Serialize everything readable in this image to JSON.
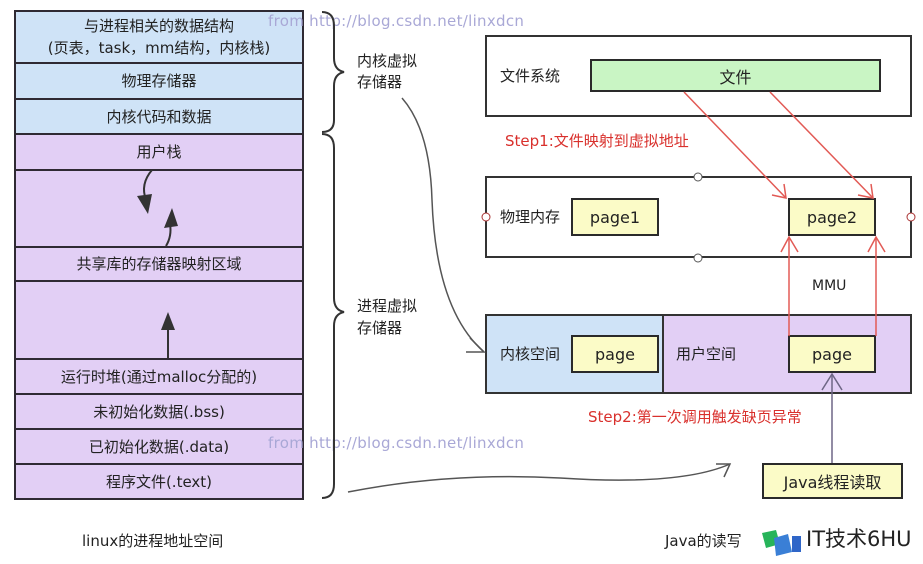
{
  "left_stack": {
    "segments": [
      {
        "id": "kernel-data-structures",
        "lines": [
          "与进程相关的数据结构",
          "(页表，task，mm结构，内核栈)"
        ],
        "region": "kernel"
      },
      {
        "id": "physical-memory",
        "lines": [
          "物理存储器"
        ],
        "region": "kernel"
      },
      {
        "id": "kernel-code-data",
        "lines": [
          "内核代码和数据"
        ],
        "region": "kernel"
      },
      {
        "id": "user-stack",
        "lines": [
          "用户栈"
        ],
        "region": "user"
      },
      {
        "id": "stack-gap",
        "lines": [
          ""
        ],
        "region": "user"
      },
      {
        "id": "shared-lib-mapping",
        "lines": [
          "共享库的存储器映射区域"
        ],
        "region": "user"
      },
      {
        "id": "heap-gap",
        "lines": [
          ""
        ],
        "region": "user"
      },
      {
        "id": "runtime-heap",
        "lines": [
          "运行时堆(通过malloc分配的)"
        ],
        "region": "user"
      },
      {
        "id": "bss",
        "lines": [
          "未初始化数据(.bss)"
        ],
        "region": "user"
      },
      {
        "id": "data",
        "lines": [
          "已初始化数据(.data)"
        ],
        "region": "user"
      },
      {
        "id": "text",
        "lines": [
          "程序文件(.text)"
        ],
        "region": "user"
      }
    ],
    "caption": "linux的进程地址空间"
  },
  "braces": {
    "kernel_label_1": "内核虚拟",
    "kernel_label_2": "存储器",
    "process_label_1": "进程虚拟",
    "process_label_2": "存储器"
  },
  "watermark": "from http://blog.csdn.net/linxdcn",
  "right": {
    "filesystem_label": "文件系统",
    "file_label": "文件",
    "step1": "Step1:文件映射到虚拟地址",
    "physical_memory_label": "物理内存",
    "page1": "page1",
    "page2": "page2",
    "mmu": "MMU",
    "kernel_space_label": "内核空间",
    "kernel_page": "page",
    "user_space_label": "用户空间",
    "user_page": "page",
    "step2": "Step2:第一次调用触发缺页异常",
    "java_thread": "Java线程读取",
    "caption": "Java的读写"
  },
  "logo": {
    "text": "IT技术6HU"
  },
  "colors": {
    "kernel_region": "#cfe3f7",
    "user_region": "#e2cff5",
    "file": "#c9f5c4",
    "page": "#fbfbc7",
    "step_red": "#d9302c",
    "watermark": "#a9a8d6"
  }
}
